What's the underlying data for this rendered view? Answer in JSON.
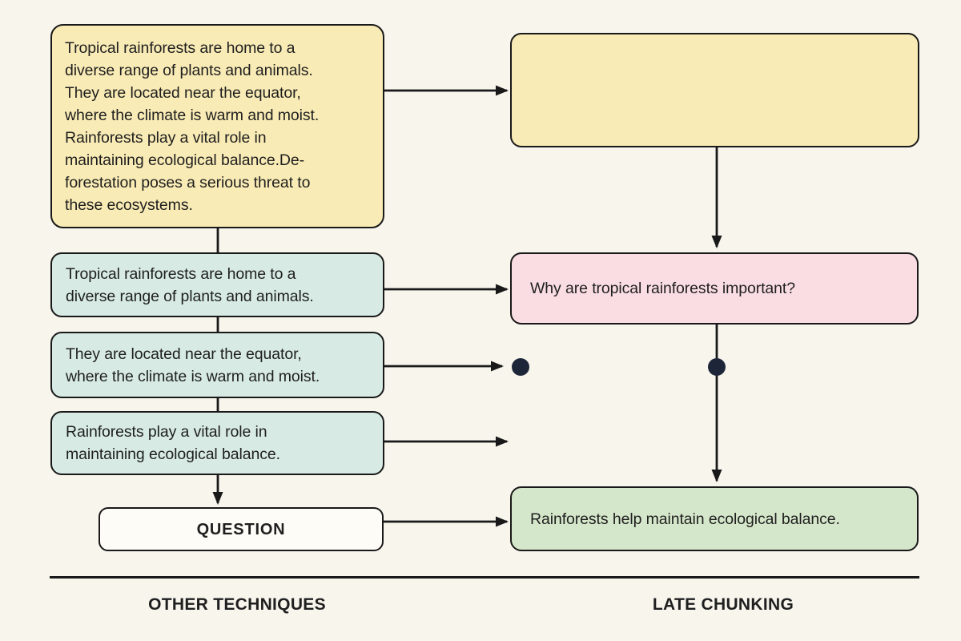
{
  "diagram": {
    "left_column": {
      "label": "OTHER TECHNIQUES",
      "source_box": {
        "text": "Tropical rainforests are home to a\ndiverse range of plants and animals.\nThey are located near the equator,\nwhere the climate is warm and moist.\nRainforests play a vital role in\nmaintaining ecological balance.De-\nforestation poses a serious threat to\nthese ecosystems."
      },
      "chunks": [
        {
          "text": "Tropical rainforests are home to a\ndiverse range of plants and animals."
        },
        {
          "text": "They are located near the equator,\nwhere the climate is warm and moist."
        },
        {
          "text": "Rainforests play a vital role in\nmaintaining ecological balance."
        }
      ],
      "question_box": {
        "label": "QUESTION"
      }
    },
    "right_column": {
      "label": "LATE CHUNKING",
      "context_box": {
        "text": ""
      },
      "query_box": {
        "text": "Why are tropical rainforests important?"
      },
      "answer_box": {
        "text": "Rainforests help maintain ecological balance."
      }
    },
    "colors": {
      "background": "#f8f5ed",
      "yellow": "#f9ebb5",
      "teal": "#d7ebe4",
      "pink": "#fadde2",
      "green": "#d5e7ca",
      "whitebox": "#fdfcf6",
      "stroke": "#191919",
      "dot": "#1d2639",
      "text": "#1f1f1f"
    }
  }
}
